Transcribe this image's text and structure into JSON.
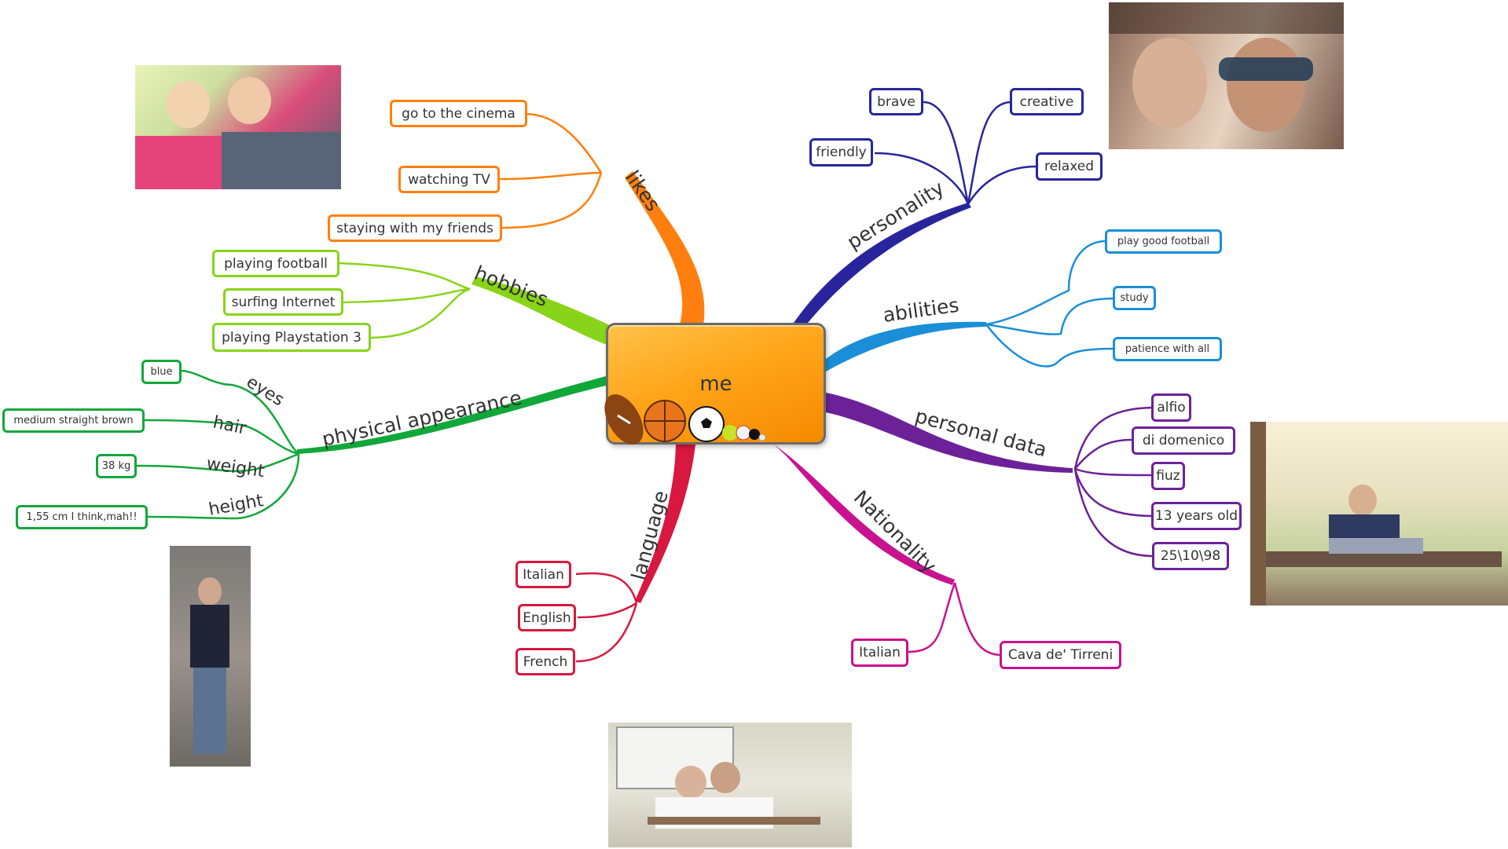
{
  "central": {
    "label": "me"
  },
  "branches": {
    "likes": {
      "label": "likes",
      "color": "#ff7f0e",
      "items": [
        "go to the cinema",
        "watching TV",
        "staying with my friends"
      ]
    },
    "hobbies": {
      "label": "hobbies",
      "color": "#88d418",
      "items": [
        "playing football",
        "surfing Internet",
        "playing Playstation 3"
      ]
    },
    "physical_appearance": {
      "label": "physical appearance",
      "color": "#11a83a",
      "sub": [
        {
          "label": "eyes",
          "value": "blue"
        },
        {
          "label": "hair",
          "value": "medium straight brown"
        },
        {
          "label": "weight",
          "value": "38 kg"
        },
        {
          "label": "height",
          "value": "1,55 cm I think,mah!!"
        }
      ]
    },
    "language": {
      "label": "language",
      "color": "#d8183f",
      "items": [
        "Italian",
        "English",
        "French"
      ]
    },
    "nationality": {
      "label": "Nationality",
      "color": "#c8128f",
      "items": [
        "Italian",
        "Cava de' Tirreni"
      ]
    },
    "personal_data": {
      "label": "personal data",
      "color": "#6c2199",
      "items": [
        "alfio",
        "di domenico",
        "fiuz",
        "13 years old",
        "25\\10\\98"
      ]
    },
    "abilities": {
      "label": "abilities",
      "color": "#1a8fd8",
      "items": [
        "play good football",
        "study",
        "patience with all"
      ]
    },
    "personality": {
      "label": "personality",
      "color": "#28259c",
      "items": [
        "brave",
        "creative",
        "friendly",
        "relaxed"
      ]
    }
  },
  "icons": [
    "american-football-icon",
    "basketball-icon",
    "soccer-ball-icon",
    "tennis-ball-icon",
    "baseball-icon",
    "billiard-ball-icon",
    "golf-ball-icon"
  ]
}
